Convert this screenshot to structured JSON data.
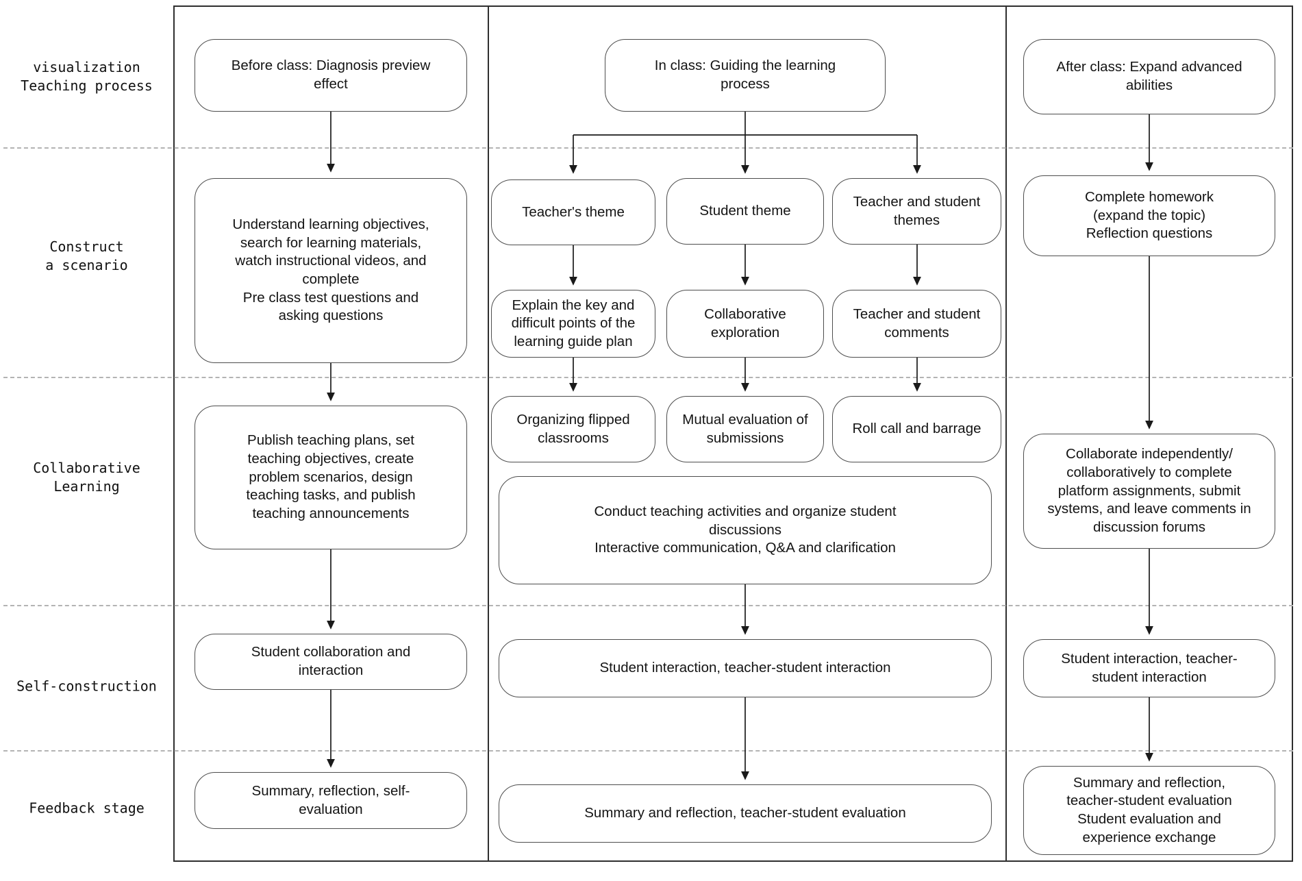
{
  "colors": {
    "background": "#ffffff",
    "outer_border": "#2e2e2e",
    "box_border": "#4d4d4d",
    "dashed_divider": "#b3b3b3",
    "text": "#141414",
    "arrow": "#1a1a1a"
  },
  "row_labels": [
    {
      "text": "visualization\nTeaching process"
    },
    {
      "text": "Construct\na scenario"
    },
    {
      "text": "Collaborative\nLearning"
    },
    {
      "text": "Self-construction"
    },
    {
      "text": "Feedback stage"
    }
  ],
  "boxes": {
    "before_class": "Before class: Diagnosis preview\neffect",
    "understand": "Understand learning objectives,\nsearch for learning materials,\nwatch instructional videos, and\ncomplete\nPre class test questions and\nasking questions",
    "publish": "Publish teaching plans, set\nteaching objectives, create\nproblem scenarios, design\nteaching tasks, and publish\nteaching announcements",
    "student_collaboration": "Student collaboration and\ninteraction",
    "summary_self_eval": "Summary, reflection, self-\nevaluation",
    "in_class": "In class: Guiding the learning\nprocess",
    "teachers_theme": "Teacher's theme",
    "student_theme": "Student theme",
    "teacher_student_themes": "Teacher and student\nthemes",
    "explain_key_points": "Explain the key and\ndifficult points of the\nlearning guide plan",
    "collaborative_exploration": "Collaborative\nexploration",
    "teacher_student_comments": "Teacher and student\ncomments",
    "organizing_flipped": "Organizing flipped\nclassrooms",
    "mutual_evaluation": "Mutual evaluation of\nsubmissions",
    "roll_call": "Roll call and barrage",
    "conduct_activities": "Conduct teaching activities and organize student\ndiscussions\nInteractive communication, Q&A and clarification",
    "interaction_mid": "Student interaction, teacher-student interaction",
    "summary_mid": "Summary and reflection, teacher-student evaluation",
    "after_class": "After class: Expand advanced\nabilities",
    "complete_homework": "Complete homework\n(expand the topic)\nReflection questions",
    "collaborate_platform": "Collaborate independently/\ncollaboratively to complete\nplatform assignments, submit\nsystems, and leave comments in\ndiscussion forums",
    "interaction_right": "Student interaction, teacher-\nstudent interaction",
    "summary_right": "Summary and reflection,\nteacher-student evaluation\nStudent evaluation and\nexperience exchange"
  }
}
